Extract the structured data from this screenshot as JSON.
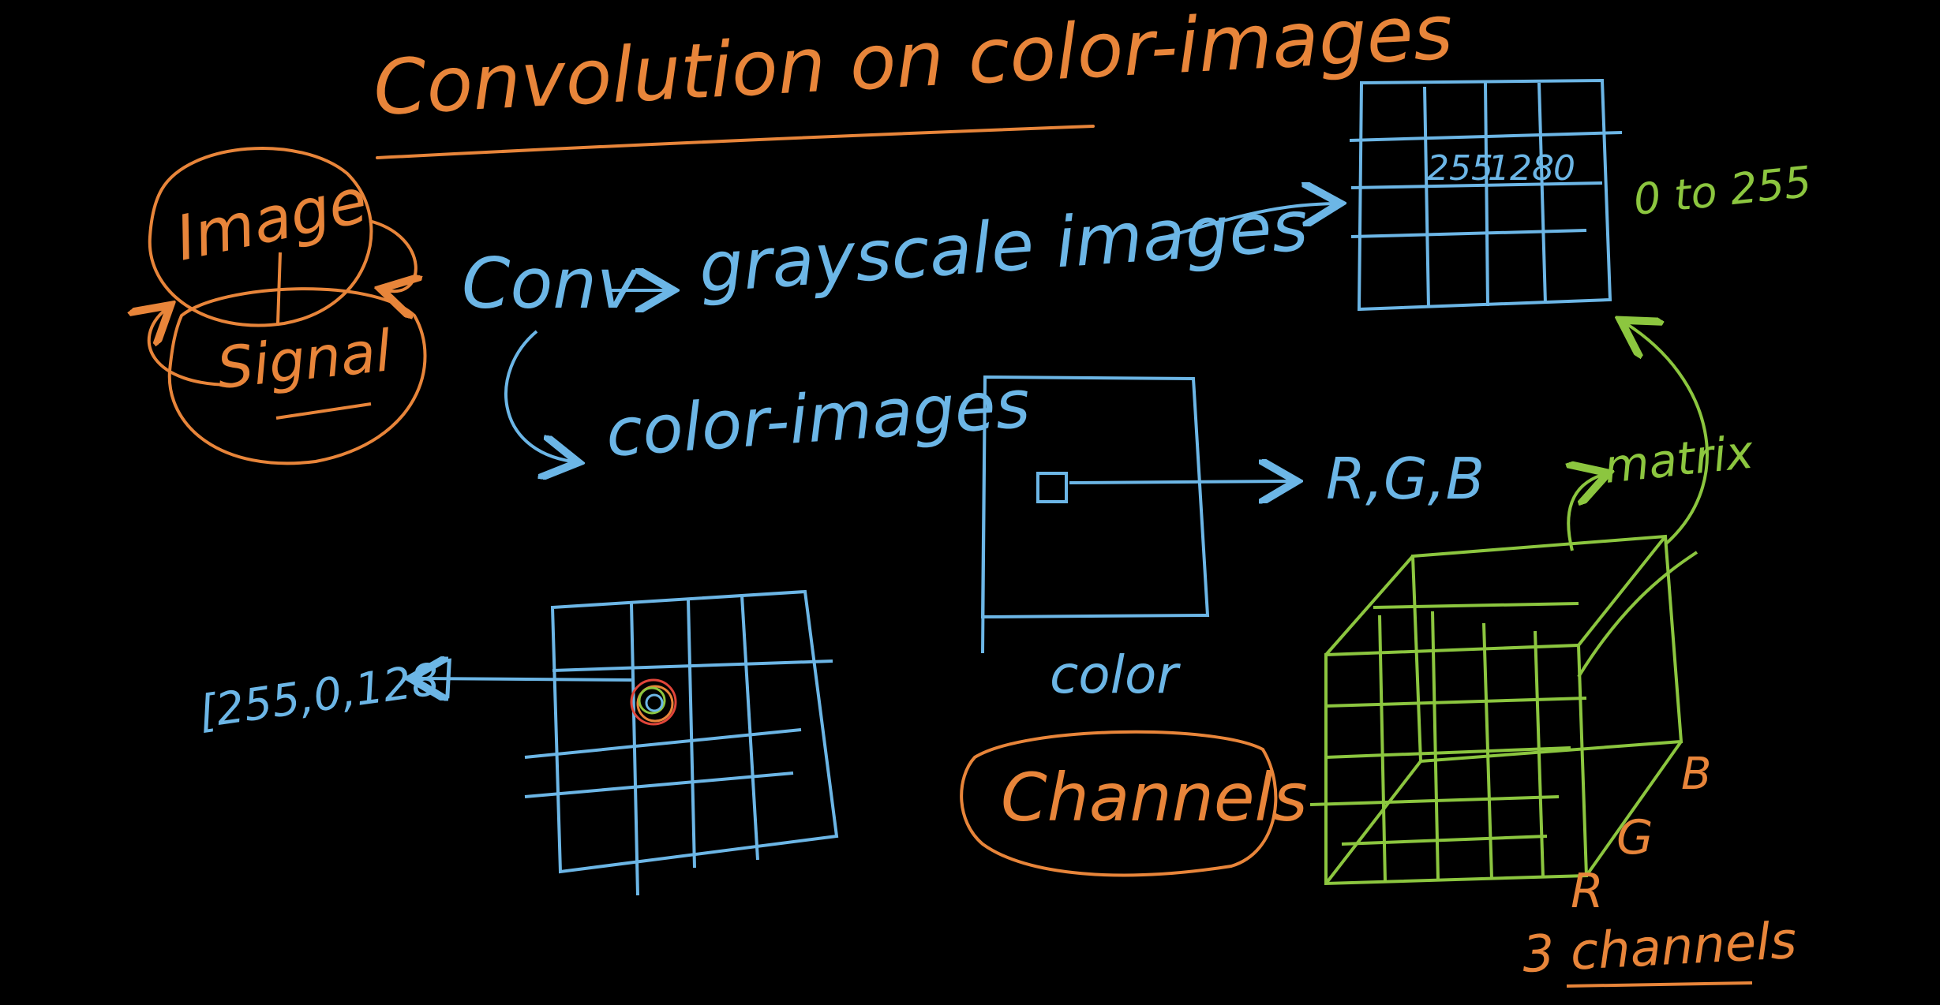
{
  "colors": {
    "background": "#000000",
    "orange": "#E8853A",
    "blue": "#6CB6E6",
    "green": "#8CC63F",
    "red": "#E0453A"
  },
  "title": "Convolution on color-images",
  "image_label": "Image",
  "signal_label": "Signal",
  "conv_label": "Conv",
  "grayscale_label": "grayscale images",
  "color_images_label": "color-images",
  "grid_values": [
    "255",
    "128",
    "0"
  ],
  "range_label": "0 to 255",
  "rgb_label": "R,G,B",
  "color_label": "color",
  "channels_label": "Channels",
  "pixel_value_label": "[255,0,128]",
  "matrix_label": "matrix",
  "channel_r": "R",
  "channel_g": "G",
  "channel_b": "B",
  "three_channels_label": "3 channels"
}
